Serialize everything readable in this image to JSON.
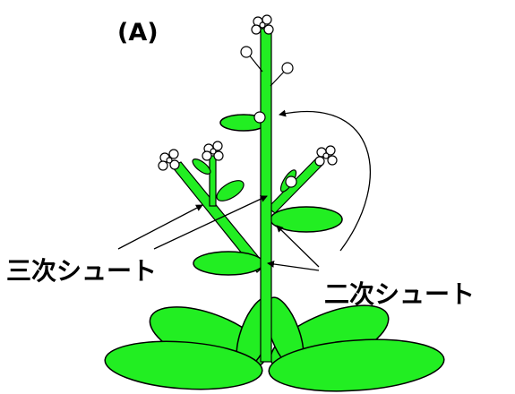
{
  "figure": {
    "panel_label": "(A)",
    "labels": {
      "tertiary_shoot": "三次シュート",
      "secondary_shoot": "二次シュート"
    },
    "colors": {
      "plant_green": "#22ee22",
      "outline": "#000000",
      "flower_fill": "#ffffff",
      "background": "#ffffff"
    }
  }
}
